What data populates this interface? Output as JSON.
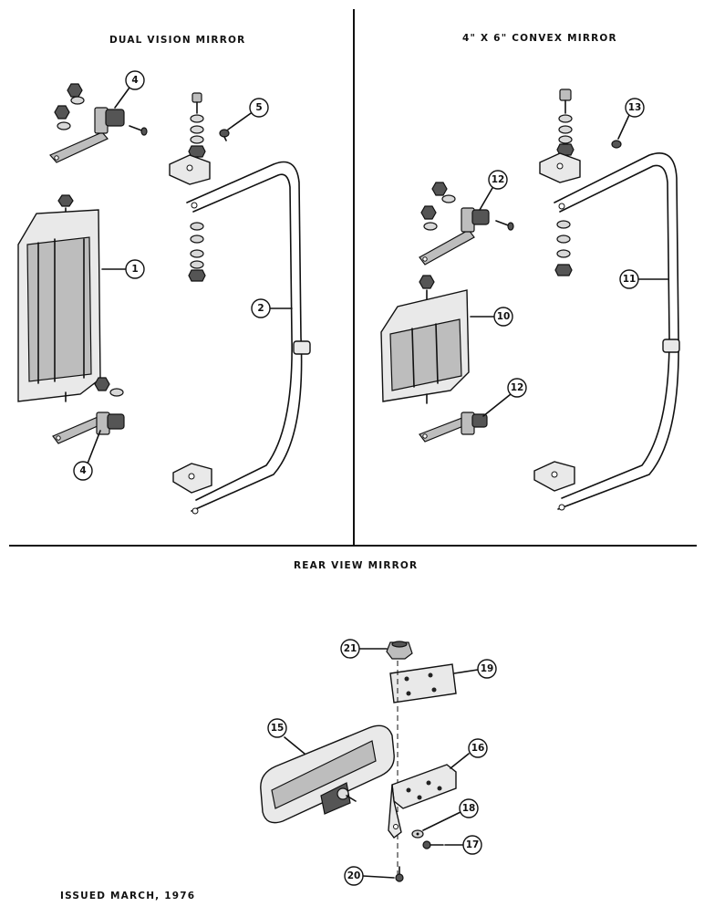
{
  "sections": {
    "dual": {
      "title": "DUAL VISION MIRROR"
    },
    "convex": {
      "title": "4\" X 6\" CONVEX MIRROR"
    },
    "rear": {
      "title": "REAR VIEW MIRROR"
    }
  },
  "callouts": {
    "c1": "1",
    "c2": "2",
    "c4a": "4",
    "c4b": "4",
    "c5": "5",
    "c10": "10",
    "c11": "11",
    "c12a": "12",
    "c12b": "12",
    "c13": "13",
    "c15": "15",
    "c16": "16",
    "c17": "17",
    "c18": "18",
    "c19": "19",
    "c20": "20",
    "c21": "21"
  },
  "footer": {
    "issued": "ISSUED MARCH, 1976"
  }
}
